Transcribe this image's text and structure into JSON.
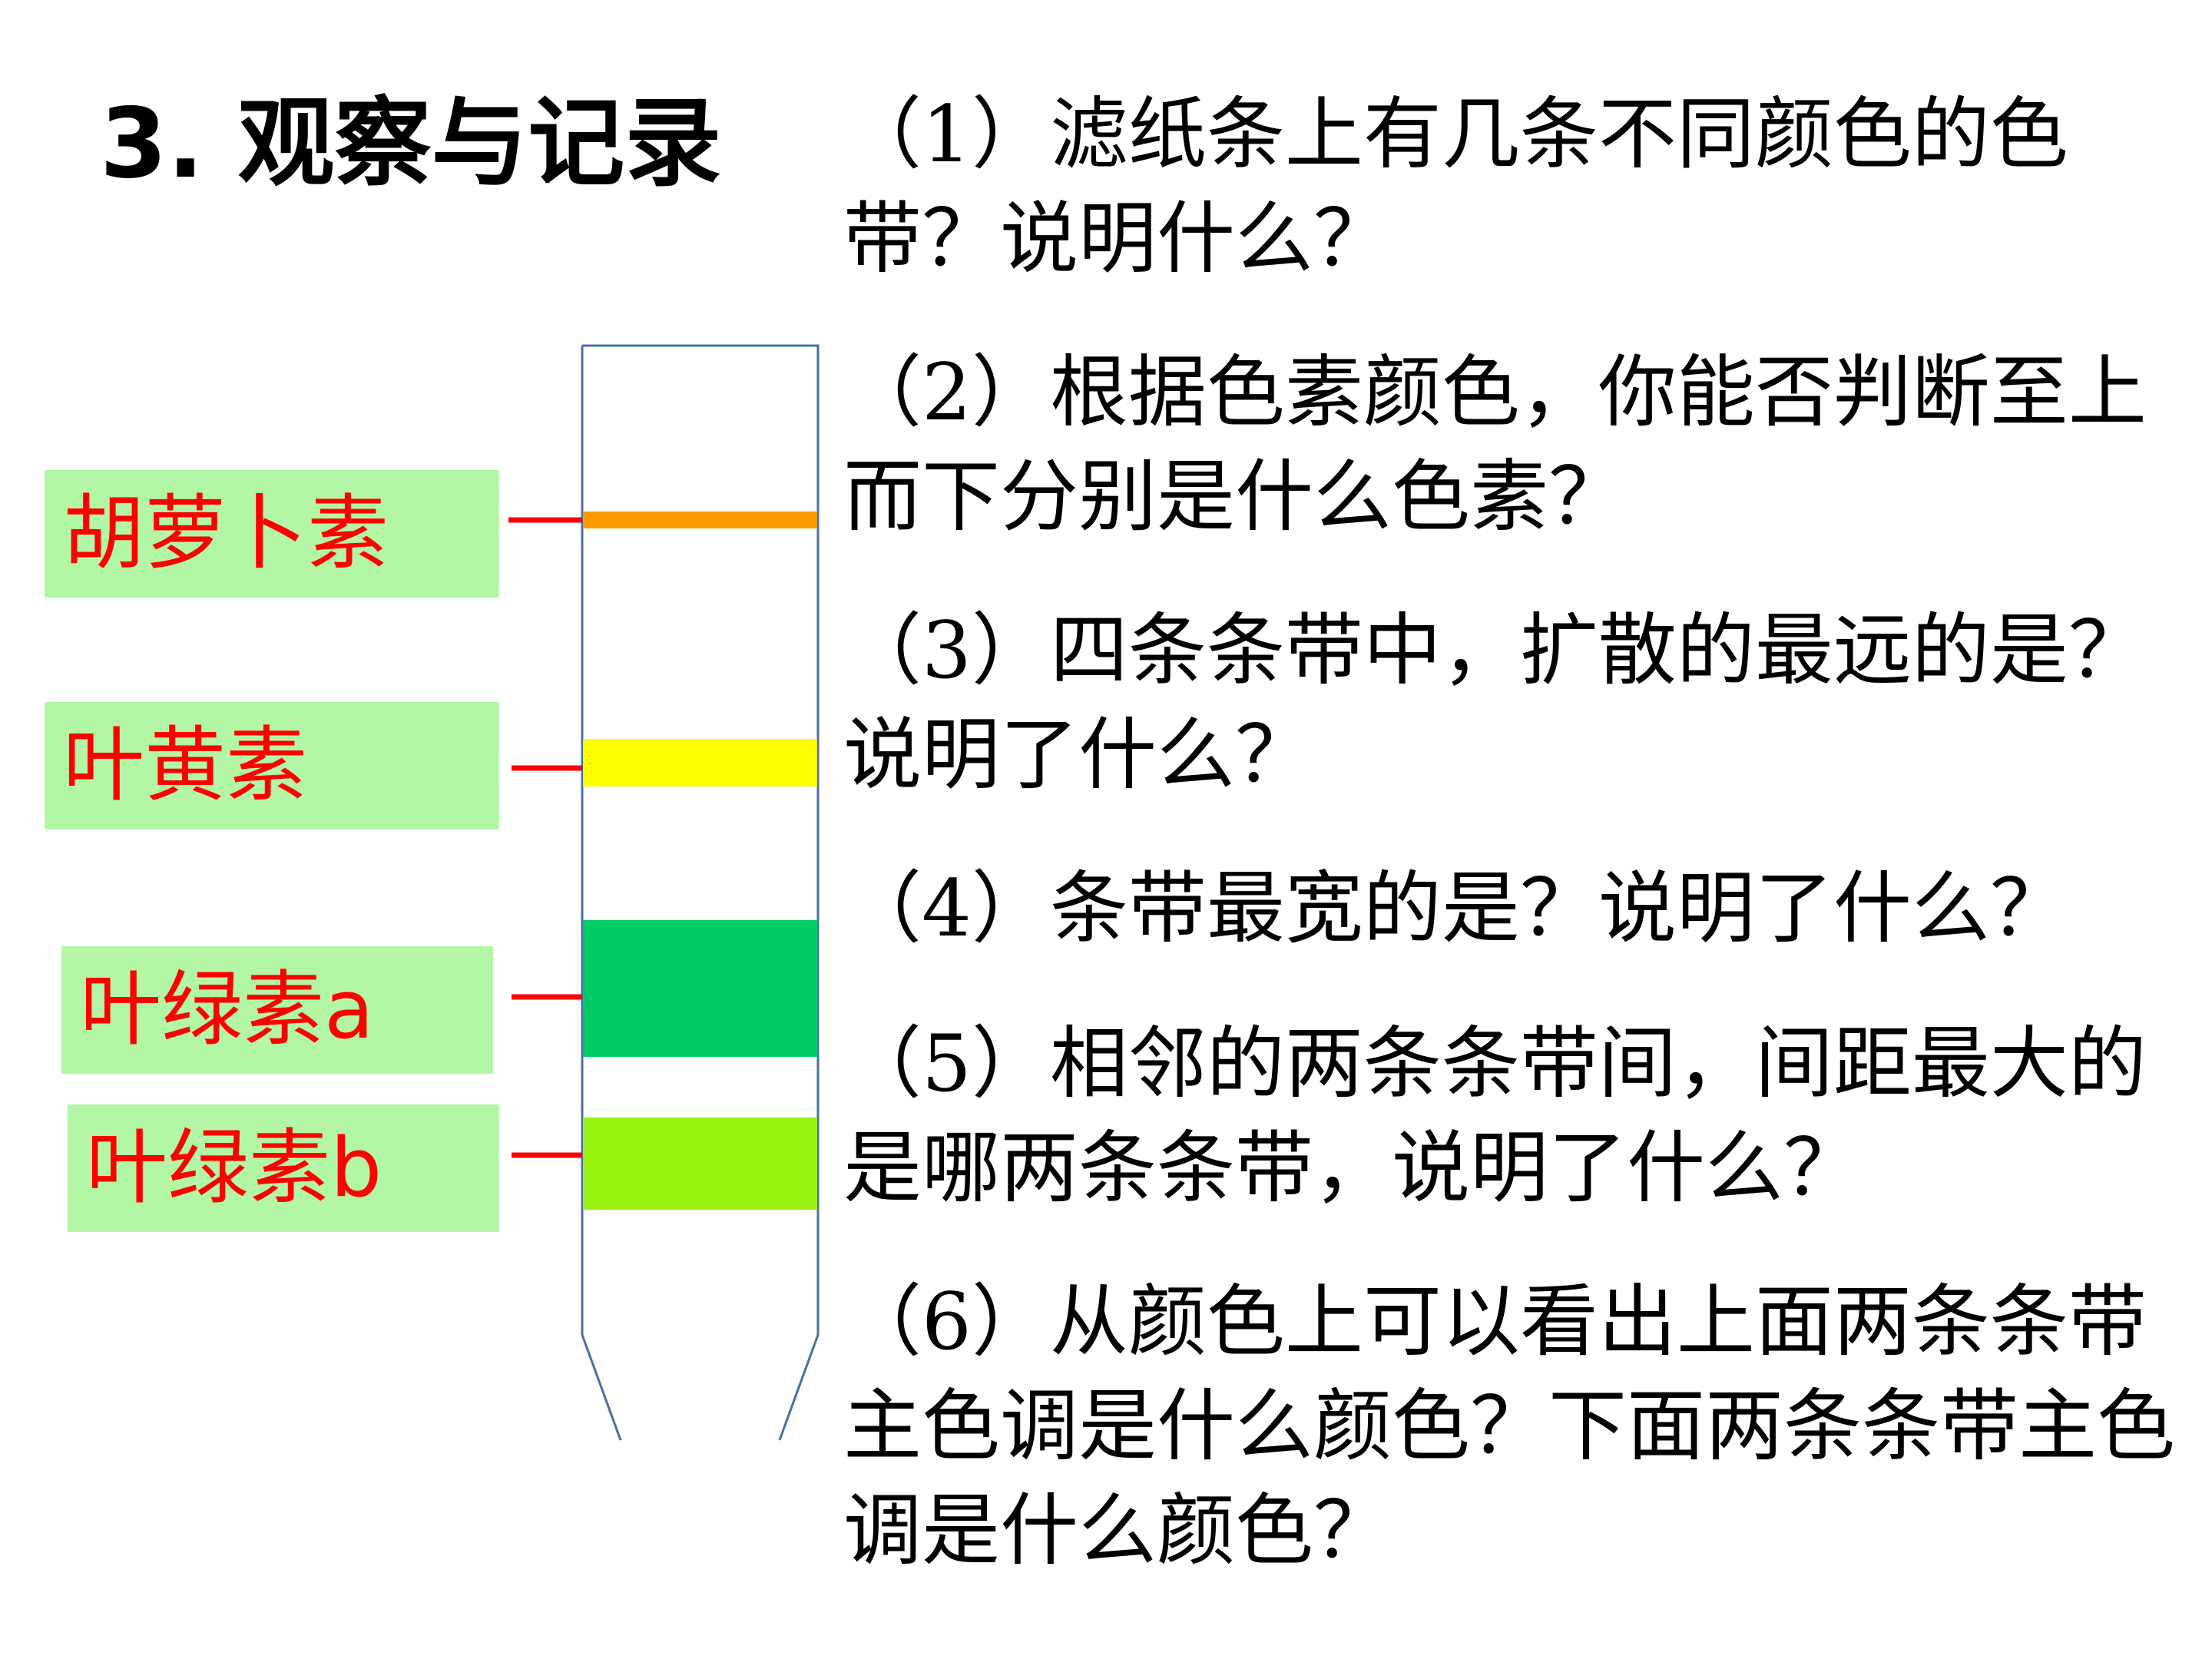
{
  "title": "3. 观察与记录",
  "labels": [
    {
      "id": "carotene",
      "text": "胡萝卜素",
      "line_color": "#ff0000"
    },
    {
      "id": "xanthophyll",
      "text": "叶黄素",
      "line_color": "#ff0000"
    },
    {
      "id": "chlorophyll-a",
      "text": "叶绿素a",
      "line_color": "#ff0000"
    },
    {
      "id": "chlorophyll-b",
      "text": "叶绿素b",
      "line_color": "#ff0000"
    }
  ],
  "bands": [
    {
      "id": "carotene",
      "color": "#ff9900"
    },
    {
      "id": "xanthophyll",
      "color": "#ffff00"
    },
    {
      "id": "chlorophyll-a",
      "color": "#00cc66"
    },
    {
      "id": "chlorophyll-b",
      "color": "#99f20f"
    }
  ],
  "questions": [
    "（1）滤纸条上有几条不同颜色的色带？说明什么？",
    "（2）根据色素颜色，你能否判断至上而下分别是什么色素？",
    "（3）四条条带中，扩散的最远的是？说明了什么？",
    "（4）条带最宽的是？说明了什么？",
    "（5）相邻的两条条带间，间距最大的是哪两条条带，说明了什么？",
    "（6）从颜色上可以看出上面两条条带主色调是什么颜色？下面两条条带主色调是什么颜色？"
  ],
  "colors": {
    "label_background": "#b3f7a6",
    "label_text": "#ff0000",
    "strip_outline": "#4a6fa5"
  }
}
